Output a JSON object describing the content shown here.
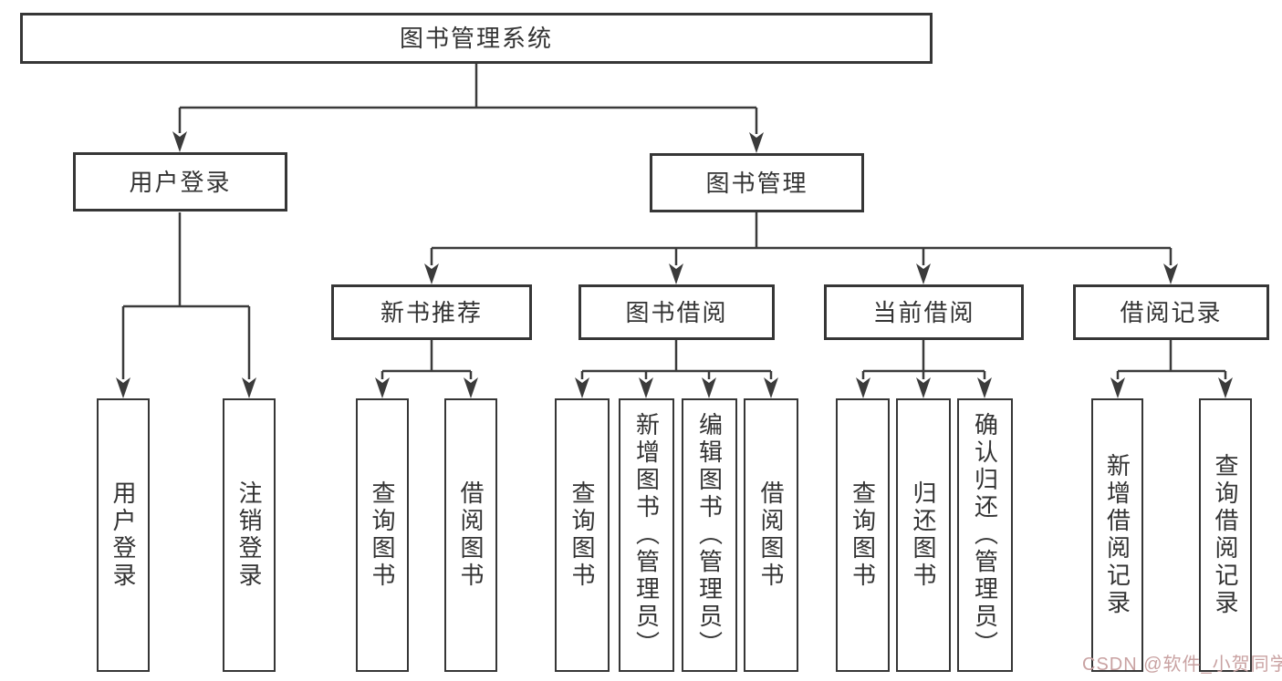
{
  "tree": {
    "root": {
      "label": "图书管理系统",
      "children": [
        {
          "label": "用户登录",
          "children": [
            {
              "label": "用户登录"
            },
            {
              "label": "注销登录"
            }
          ]
        },
        {
          "label": "图书管理",
          "children": [
            {
              "label": "新书推荐",
              "children": [
                {
                  "label": "查询图书"
                },
                {
                  "label": "借阅图书"
                }
              ]
            },
            {
              "label": "图书借阅",
              "children": [
                {
                  "label": "查询图书"
                },
                {
                  "label": "新增图书（管理员）"
                },
                {
                  "label": "编辑图书（管理员）"
                },
                {
                  "label": "借阅图书"
                }
              ]
            },
            {
              "label": "当前借阅",
              "children": [
                {
                  "label": "查询图书"
                },
                {
                  "label": "归还图书"
                },
                {
                  "label": "确认归还（管理员）"
                }
              ]
            },
            {
              "label": "借阅记录",
              "children": [
                {
                  "label": "新增借阅记录"
                },
                {
                  "label": "查询借阅记录"
                }
              ]
            }
          ]
        }
      ]
    }
  },
  "watermark": {
    "text": "CSDN @软件_小贺同学"
  },
  "colors": {
    "line": "#3b3b3b",
    "text": "#333333",
    "box_background": "#ffffff",
    "watermark": "#c9a2a2"
  }
}
